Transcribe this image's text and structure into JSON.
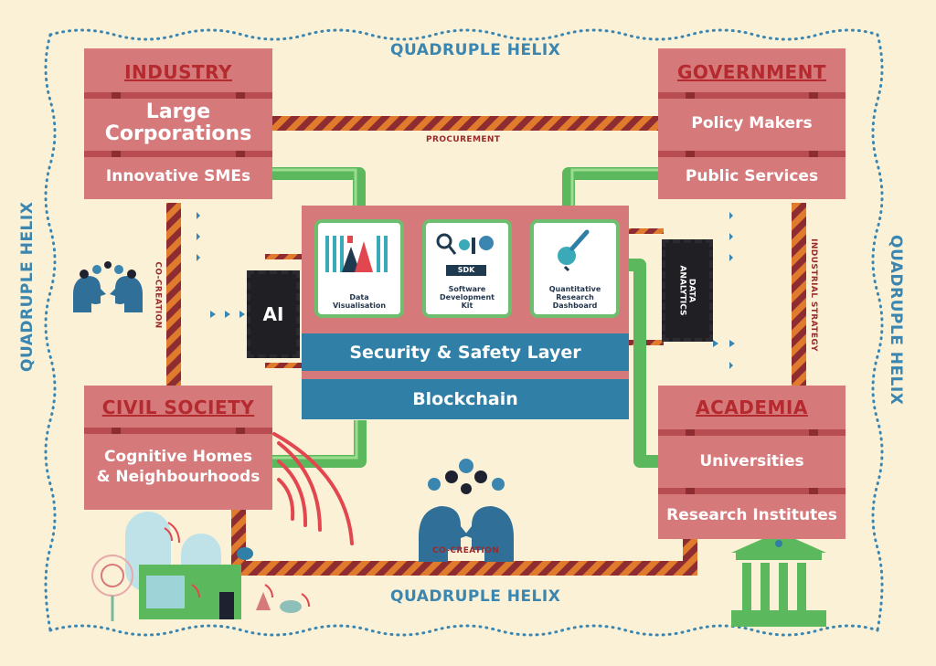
{
  "helix_labels": {
    "top": "QUADRUPLE HELIX",
    "bottom": "QUADRUPLE HELIX",
    "left": "QUADRUPLE HELIX",
    "right": "QUADRUPLE HELIX"
  },
  "industry": {
    "title": "INDUSTRY",
    "row1": "Large\nCorporations",
    "row2": "Innovative SMEs"
  },
  "government": {
    "title": "GOVERNMENT",
    "row1": "Policy Makers",
    "row2": "Public Services"
  },
  "civil_society": {
    "title": "CIVIL SOCIETY",
    "row1": "Cognitive Homes\n& Neighbourhoods"
  },
  "academia": {
    "title": "ACADEMIA",
    "row1": "Universities",
    "row2": "Research Institutes"
  },
  "connectors": {
    "procurement": "PROCUREMENT",
    "co_creation_left": "CO-CREATION",
    "industrial_strategy": "INDUSTRIAL STRATEGY",
    "co_creation_bottom": "CO-CREATION"
  },
  "platform": {
    "card1": "Data\nVisualisation",
    "card2": "Software\nDevelopment\nKit",
    "card2_badge": "SDK",
    "card3": "Quantitative\nResearch\nDashboard",
    "security_layer": "Security & Safety Layer",
    "blockchain": "Blockchain"
  },
  "chips": {
    "ai": "AI",
    "data_analytics": "DATA\nANALYTICS"
  },
  "colors": {
    "background": "#fbf1d6",
    "block": "#d6797b",
    "block_title": "#b52a2e",
    "layer_blue": "#2f7fa6",
    "pipe_green": "#5cb85c",
    "helix_blue": "#3a86b0",
    "stripe_orange": "#e07a2c",
    "stripe_red": "#8e2d31"
  },
  "icons": [
    "head-gears-icon",
    "ai-chip-icon",
    "data-analytics-chip-icon",
    "university-building-icon",
    "smart-home-icon",
    "wifi-signal-icon",
    "satellite-dish-icon",
    "bar-chart-icon",
    "magnifier-icon"
  ]
}
